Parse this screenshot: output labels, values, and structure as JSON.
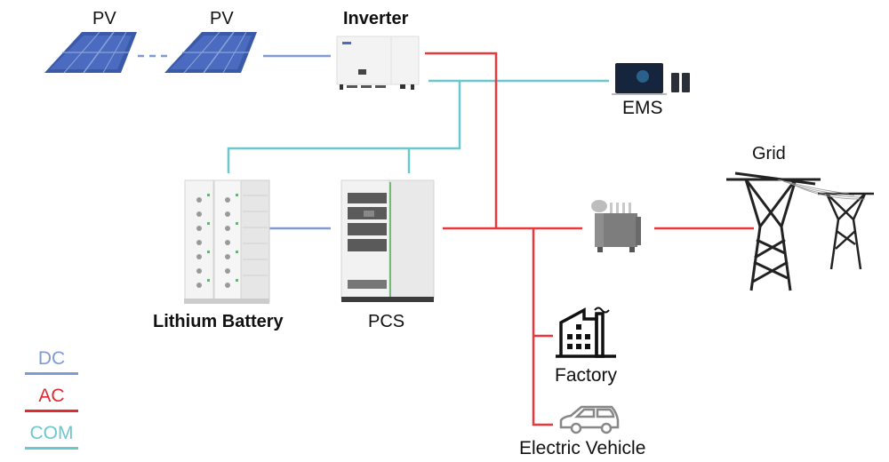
{
  "colors": {
    "dc": "#7f9bd3",
    "ac": "#e8383c",
    "com": "#6cc8cc",
    "text": "#111111"
  },
  "nodes": {
    "pv1": {
      "label": "PV",
      "icon": "solar-panel-icon"
    },
    "pv2": {
      "label": "PV",
      "icon": "solar-panel-icon"
    },
    "inverter": {
      "label": "Inverter",
      "icon": "inverter-icon"
    },
    "ems": {
      "label": "EMS",
      "icon": "laptop-phone-icon"
    },
    "battery": {
      "label": "Lithium Battery",
      "icon": "battery-rack-icon"
    },
    "pcs": {
      "label": "PCS",
      "icon": "pcs-cabinet-icon"
    },
    "transformer": {
      "label": "",
      "icon": "transformer-icon"
    },
    "grid": {
      "label": "Grid",
      "icon": "transmission-tower-icon"
    },
    "factory": {
      "label": "Factory",
      "icon": "factory-icon"
    },
    "ev": {
      "label": "Electric Vehicle",
      "icon": "car-icon"
    }
  },
  "connections": [
    {
      "from": "pv1",
      "to": "pv2",
      "type": "DC",
      "style": "dashed"
    },
    {
      "from": "pv2",
      "to": "inverter",
      "type": "DC"
    },
    {
      "from": "battery",
      "to": "pcs",
      "type": "DC"
    },
    {
      "from": "inverter",
      "to": "ac-bus",
      "type": "AC"
    },
    {
      "from": "pcs",
      "to": "ac-bus",
      "type": "AC"
    },
    {
      "from": "ac-bus",
      "to": "transformer",
      "type": "AC"
    },
    {
      "from": "transformer",
      "to": "grid",
      "type": "AC"
    },
    {
      "from": "ac-bus",
      "to": "factory",
      "type": "AC"
    },
    {
      "from": "ac-bus",
      "to": "ev",
      "type": "AC"
    },
    {
      "from": "inverter",
      "to": "ems",
      "type": "COM"
    },
    {
      "from": "inverter",
      "to": "battery",
      "type": "COM"
    },
    {
      "from": "inverter",
      "to": "pcs",
      "type": "COM"
    }
  ],
  "legend": [
    {
      "label": "DC",
      "color": "#7f9bd3"
    },
    {
      "label": "AC",
      "color": "#e8383c"
    },
    {
      "label": "COM",
      "color": "#6cc8cc"
    }
  ]
}
